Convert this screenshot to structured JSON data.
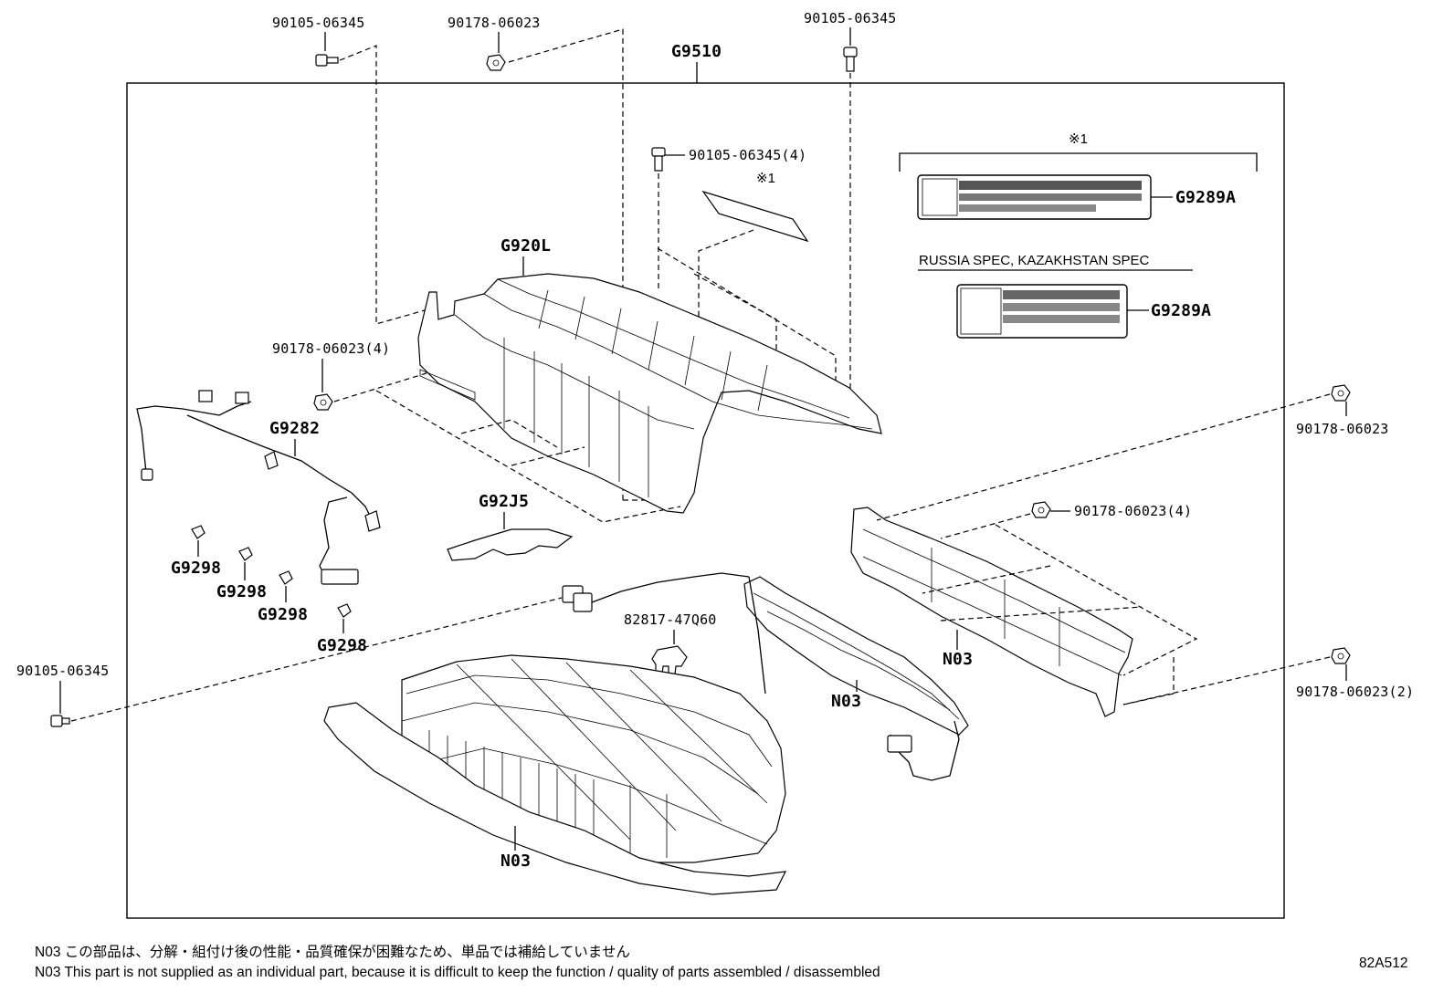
{
  "diagram": {
    "group_label": "G9510",
    "callouts": {
      "bolt_top_left": "90105-06345",
      "nut_top_center": "90178-06023",
      "bolt_top_right": "90105-06345",
      "bolt_center_4": "90105-06345(4)",
      "nut_left_4": "90178-06023(4)",
      "nut_right_top": "90178-06023",
      "nut_right_mid_4": "90178-06023(4)",
      "nut_right_bottom_2": "90178-06023(2)",
      "bolt_bottom_left": "90105-06345",
      "cover": "G920L",
      "wire_harness": "G9282",
      "bracket": "G92J5",
      "clip_1": "G9298",
      "clip_2": "G9298",
      "clip_3": "G9298",
      "clip_4": "G9298",
      "sensor": "82817-47Q60",
      "label_std": "G9289A",
      "label_ru": "G9289A",
      "n03_bus": "N03",
      "n03_bracket": "N03",
      "n03_stack": "N03"
    },
    "markers": {
      "note_mark_top": "※1",
      "note_mark_plate": "※1"
    },
    "spec_heading": "RUSSIA SPEC, KAZAKHSTAN SPEC"
  },
  "footer": {
    "note_jp": "N03  この部品は、分解・組付け後の性能・品質確保が困難なため、単品では補給していません",
    "note_en": "N03  This part is not supplied as an individual part, because it is difficult to keep the function / quality of parts  assembled / disassembled",
    "figure_code": "82A512"
  }
}
